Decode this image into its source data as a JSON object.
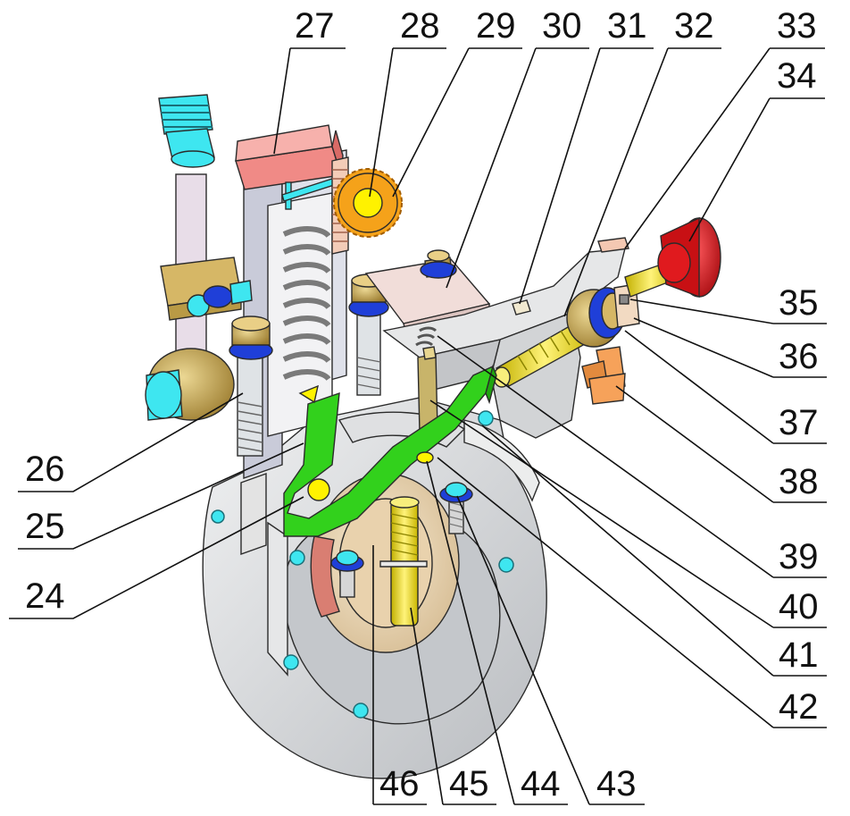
{
  "figure": {
    "callouts": [
      {
        "id": "c27",
        "text": "27"
      },
      {
        "id": "c28",
        "text": "28"
      },
      {
        "id": "c29",
        "text": "29"
      },
      {
        "id": "c30",
        "text": "30"
      },
      {
        "id": "c31",
        "text": "31"
      },
      {
        "id": "c32",
        "text": "32"
      },
      {
        "id": "c33",
        "text": "33"
      },
      {
        "id": "c34",
        "text": "34"
      },
      {
        "id": "c35",
        "text": "35"
      },
      {
        "id": "c36",
        "text": "36"
      },
      {
        "id": "c37",
        "text": "37"
      },
      {
        "id": "c38",
        "text": "38"
      },
      {
        "id": "c39",
        "text": "39"
      },
      {
        "id": "c40",
        "text": "40"
      },
      {
        "id": "c41",
        "text": "41"
      },
      {
        "id": "c42",
        "text": "42"
      },
      {
        "id": "c43",
        "text": "43"
      },
      {
        "id": "c44",
        "text": "44"
      },
      {
        "id": "c45",
        "text": "45"
      },
      {
        "id": "c46",
        "text": "46"
      },
      {
        "id": "c26",
        "text": "26"
      },
      {
        "id": "c25",
        "text": "25"
      },
      {
        "id": "c24",
        "text": "24"
      }
    ],
    "colors": {
      "housing": "#d6d8db",
      "gear": "#f5a21a",
      "rack": "#f08a86",
      "lever": "#32d11c",
      "fastener": "#3ee6f0",
      "washer": "#1f3fd8",
      "brass": "#c8a652",
      "adjuster": "#f2e31c",
      "knob": "#e5161b",
      "plate": "#f1ddd9",
      "disc": "#efd8b4"
    }
  }
}
